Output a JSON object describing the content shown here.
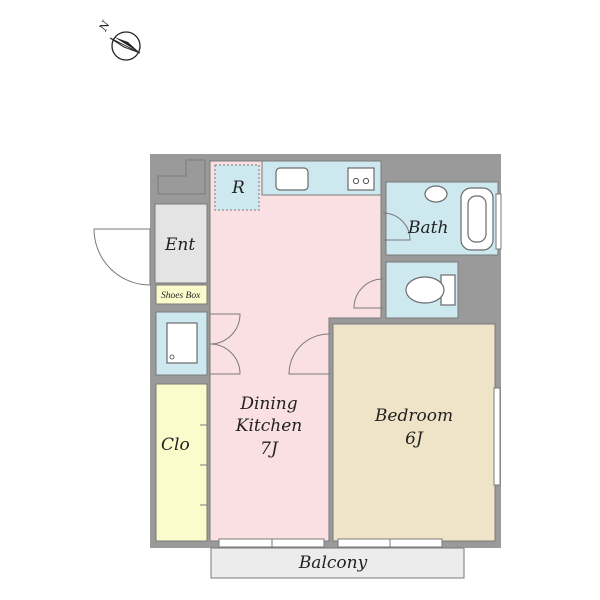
{
  "compass": {
    "north_label": "N"
  },
  "rooms": {
    "entrance": "Ent",
    "shoes_box": "Shoes Box",
    "refrigerator": "R",
    "bath": "Bath",
    "dining_kitchen": {
      "line1": "Dining",
      "line2": "Kitchen",
      "line3": "7J"
    },
    "bedroom": {
      "line1": "Bedroom",
      "line2": "6J"
    },
    "closet": "Clo",
    "balcony": "Balcony"
  },
  "colors": {
    "wall": "#9a9a9a",
    "dining_kitchen": "#fbe0e3",
    "bedroom": "#efe4c7",
    "wet_area": "#cde8ef",
    "closet": "#fcfbcc",
    "entrance": "#e4e4e4",
    "shoes_box": "#fcfbcc",
    "balcony": "#ececec"
  }
}
